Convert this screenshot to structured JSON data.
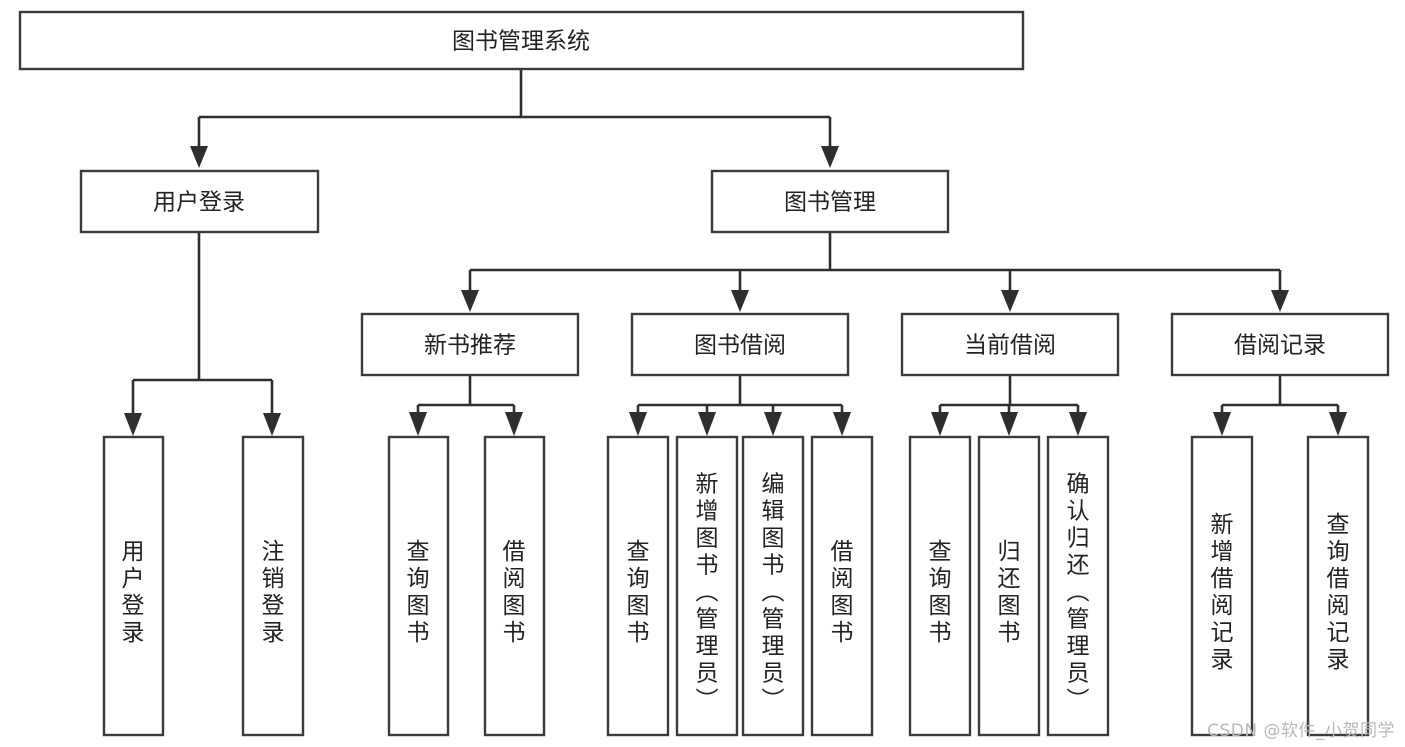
{
  "diagram": {
    "title": "图书管理系统",
    "type": "tree-hierarchy-chart",
    "orientation": "top-down",
    "colors": {
      "box_stroke": "#3b3b3b",
      "box_fill": "#ffffff",
      "connector": "#2e2e2e",
      "text": "#222222",
      "watermark": "#b9b9b9",
      "background": "#ffffff"
    },
    "root": {
      "label": "图书管理系统"
    },
    "level2": [
      {
        "label": "用户登录"
      },
      {
        "label": "图书管理"
      }
    ],
    "level3": [
      {
        "label": "新书推荐"
      },
      {
        "label": "图书借阅"
      },
      {
        "label": "当前借阅"
      },
      {
        "label": "借阅记录"
      }
    ],
    "leaves": {
      "user_login": [
        {
          "label": "用户登录"
        },
        {
          "label": "注销登录"
        }
      ],
      "new_book_recommend": [
        {
          "label": "查询图书"
        },
        {
          "label": "借阅图书"
        }
      ],
      "book_borrow": [
        {
          "label": "查询图书"
        },
        {
          "label": "新增图书（管理员）"
        },
        {
          "label": "编辑图书（管理员）"
        },
        {
          "label": "借阅图书"
        }
      ],
      "current_borrow": [
        {
          "label": "查询图书"
        },
        {
          "label": "归还图书"
        },
        {
          "label": "确认归还（管理员）"
        }
      ],
      "borrow_record": [
        {
          "label": "新增借阅记录"
        },
        {
          "label": "查询借阅记录"
        }
      ]
    }
  },
  "watermark": {
    "text": "CSDN @软件_小贺同学"
  }
}
